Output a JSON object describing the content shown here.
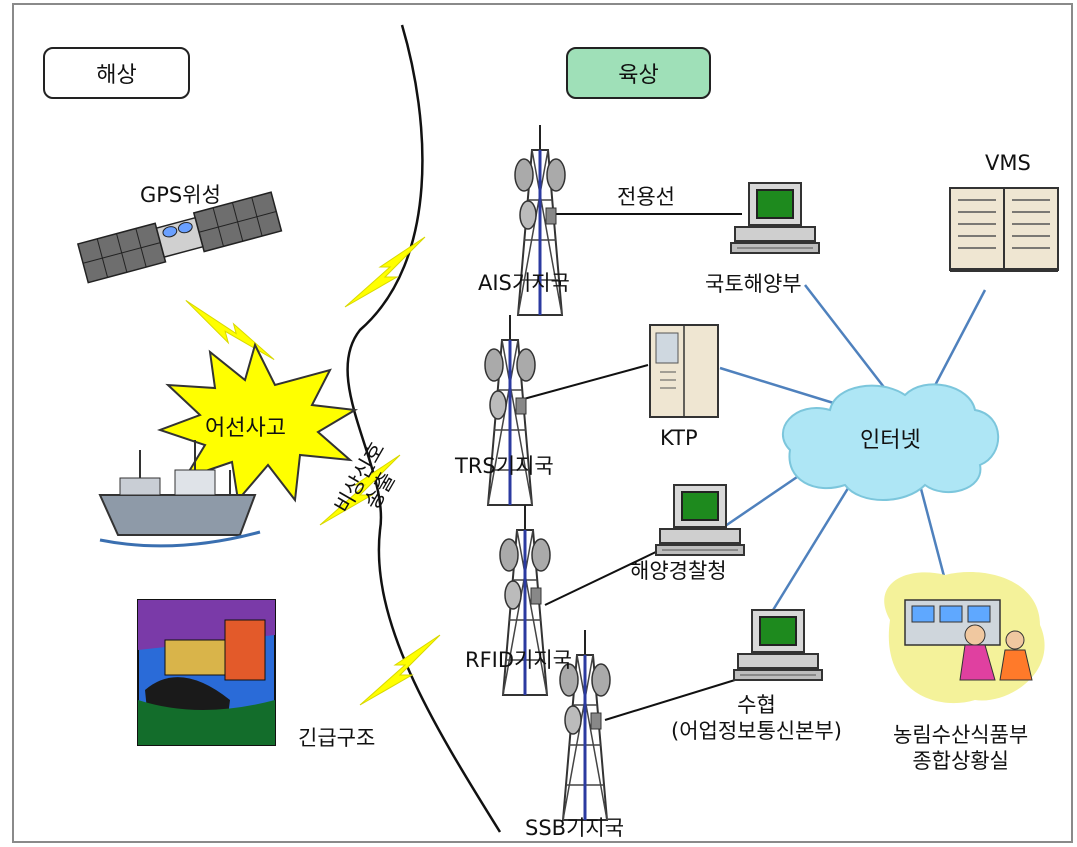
{
  "zones": {
    "sea": "해상",
    "land": "육상"
  },
  "labels": {
    "gps": "GPS위성",
    "accident": "어선사고",
    "distress": [
      "비상신호",
      "송출"
    ],
    "rescue": "긴급구조",
    "ais": "AIS기지국",
    "trs": "TRS기지국",
    "rfid": "RFID기지국",
    "ssb": "SSB기지국",
    "dedicated_line": "전용선",
    "mltm": "국토해양부",
    "ktp": "KTP",
    "coast_guard": "해양경찰청",
    "suhyup": [
      "수협",
      "(어업정보통신본부)"
    ],
    "vms": "VMS",
    "internet": "인터넷",
    "mafra": [
      "농림수산식품부",
      "종합상황실"
    ]
  },
  "colors": {
    "land_button": "#9fe0b8",
    "link_line": "#4f81bd",
    "lightning": "#ffff00",
    "cloud": "#aee6f5"
  }
}
